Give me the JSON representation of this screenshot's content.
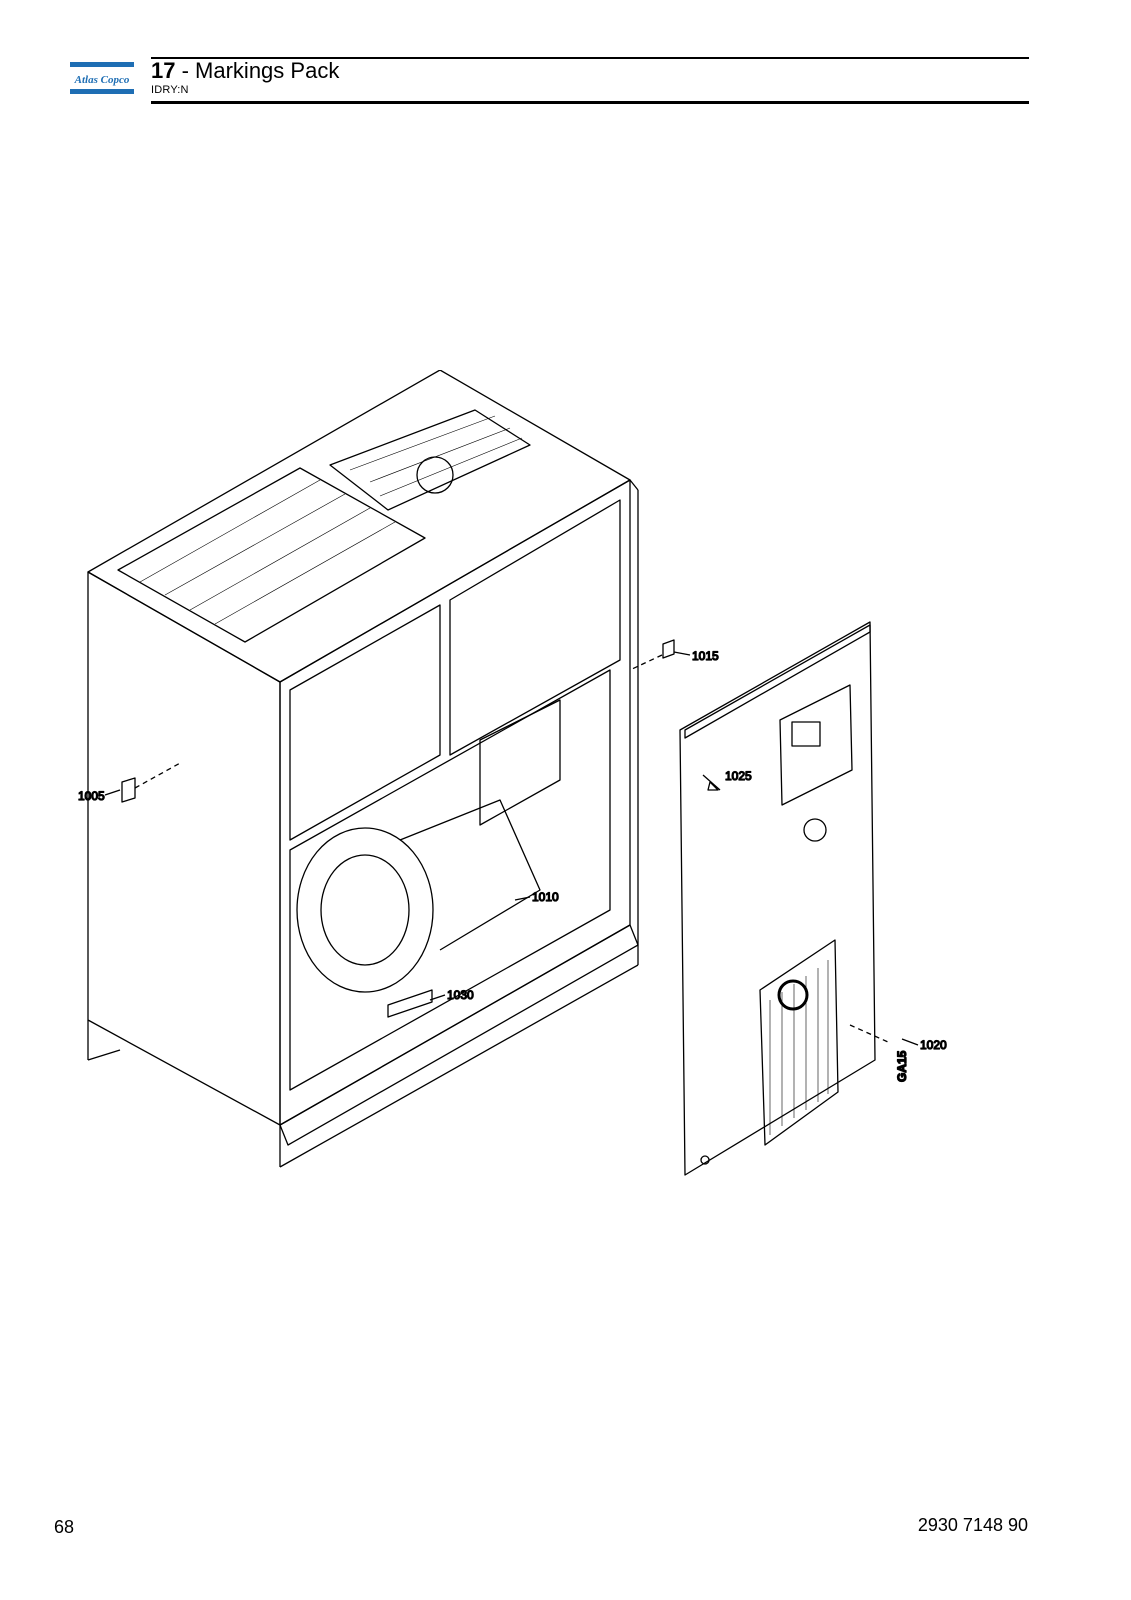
{
  "header": {
    "brand": "Atlas Copco",
    "section_number": "17",
    "section_separator": " - ",
    "section_title": "Markings Pack",
    "subtitle": "IDRY:N"
  },
  "drawing": {
    "callouts": [
      "1005",
      "1010",
      "1015",
      "1020",
      "1025",
      "1030"
    ],
    "panel_badge": "GA15"
  },
  "footer": {
    "page_number": "68",
    "document_number": "2930 7148 90"
  },
  "colors": {
    "brand_blue": "#1e6eb4",
    "ink": "#000000"
  }
}
